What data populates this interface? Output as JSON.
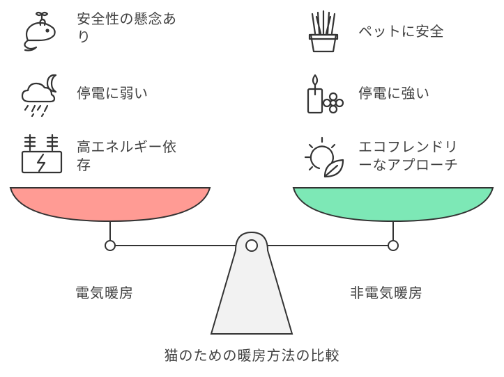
{
  "left": {
    "items": [
      {
        "icon": "mouse-icon",
        "text_line1": "安全性の懸念あ",
        "text_line2": "り"
      },
      {
        "icon": "storm-night-icon",
        "text_line1": "停電に弱い",
        "text_line2": ""
      },
      {
        "icon": "power-station-icon",
        "text_line1": "高エネルギー依",
        "text_line2": "存"
      }
    ],
    "label": "電気暖房",
    "pan_color": "#ff9b94"
  },
  "right": {
    "items": [
      {
        "icon": "plant-pot-icon",
        "text_line1": "ペットに安全",
        "text_line2": ""
      },
      {
        "icon": "candle-flower-icon",
        "text_line1": "停電に強い",
        "text_line2": ""
      },
      {
        "icon": "sun-leaf-icon",
        "text_line1": "エコフレンドリ",
        "text_line2": "ーなアプローチ"
      }
    ],
    "label": "非電気暖房",
    "pan_color": "#7de8b6"
  },
  "caption": "猫のための暖房方法の比較",
  "colors": {
    "stroke": "#333333",
    "fulcrum": "#f2f2f2",
    "text": "#404040"
  }
}
